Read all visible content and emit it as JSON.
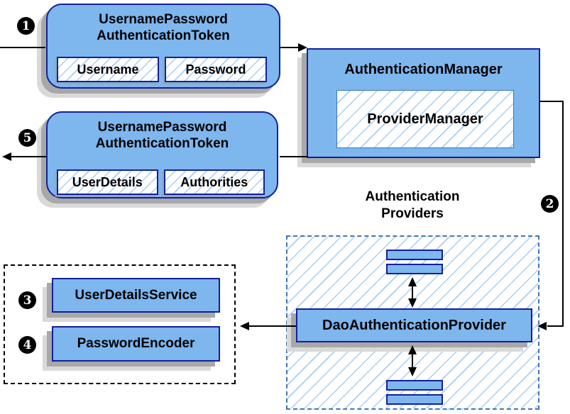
{
  "badges": {
    "step1": "1",
    "step2": "2",
    "step3": "3",
    "step4": "4",
    "step5": "5"
  },
  "nodes": {
    "request_token": {
      "title_line1": "UsernamePassword",
      "title_line2": "AuthenticationToken",
      "field1": "Username",
      "field2": "Password"
    },
    "result_token": {
      "title_line1": "UsernamePassword",
      "title_line2": "AuthenticationToken",
      "field1": "UserDetails",
      "field2": "Authorities"
    },
    "authentication_manager": {
      "title": "AuthenticationManager",
      "inner": "ProviderManager"
    },
    "providers_group": {
      "title_line1": "Authentication",
      "title_line2": "Providers"
    },
    "dao_authentication_provider": {
      "title": "DaoAuthenticationProvider"
    },
    "user_details_service": {
      "title": "UserDetailsService"
    },
    "password_encoder": {
      "title": "PasswordEncoder"
    }
  },
  "colors": {
    "node_fill": "#7EB6EE",
    "node_border": "#12219A",
    "hatch_line": "#A9CDF3",
    "provider_dash_border": "#4076BC",
    "services_dash_border": "#000000",
    "shadow_dark": "#A8A8A8",
    "shadow_light": "#D9D9D9",
    "arrow": "#000000",
    "badge_bg": "#000000",
    "badge_text": "#FFFFFF"
  }
}
